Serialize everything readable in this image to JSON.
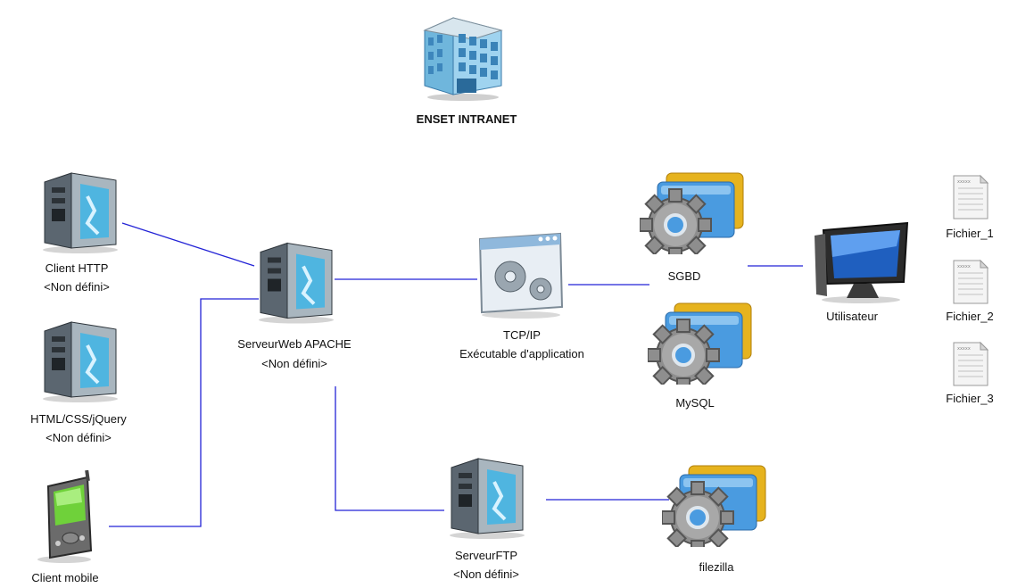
{
  "title": "ENSET INTRANET",
  "nodes": {
    "intranet": {
      "name": "ENSET INTRANET",
      "icon": "building-icon"
    },
    "client_http": {
      "name": "Client HTTP",
      "status": "<Non défini>",
      "icon": "server-tower-icon"
    },
    "html_css": {
      "name": "HTML/CSS/jQuery",
      "status": "<Non défini>",
      "icon": "server-tower-icon"
    },
    "client_mobile": {
      "name": "Client mobile",
      "icon": "pda-phone-icon"
    },
    "serveur_web": {
      "name": "ServeurWeb APACHE",
      "status": "<Non défini>",
      "icon": "server-tower-icon"
    },
    "tcp_ip": {
      "name": "TCP/IP",
      "sub": "Exécutable d'application",
      "icon": "application-gears-icon"
    },
    "serveur_ftp": {
      "name": "ServeurFTP",
      "status": "<Non défini>",
      "icon": "server-tower-icon"
    },
    "sgbd": {
      "name": "SGBD",
      "icon": "gear-windows-icon"
    },
    "mysql": {
      "name": "MySQL",
      "icon": "gear-windows-icon"
    },
    "filezilla": {
      "name": "filezilla",
      "icon": "gear-windows-icon"
    },
    "utilisateur": {
      "name": "Utilisateur",
      "icon": "monitor-icon"
    },
    "fichier_1": {
      "name": "Fichier_1",
      "icon": "document-icon"
    },
    "fichier_2": {
      "name": "Fichier_2",
      "icon": "document-icon"
    },
    "fichier_3": {
      "name": "Fichier_3",
      "icon": "document-icon"
    }
  },
  "colors": {
    "connector": "#2323d6",
    "gear": "#8e8e8e",
    "window_blue": "#4a9be0",
    "window_gold": "#e6b31e"
  }
}
